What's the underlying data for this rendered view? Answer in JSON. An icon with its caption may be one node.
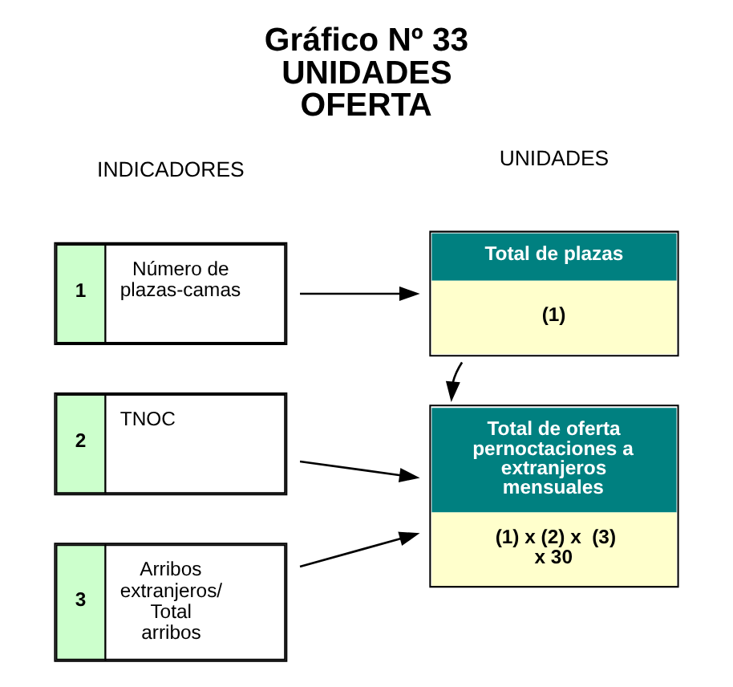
{
  "diagram": {
    "title": "Gráfico Nº 33 UNIDADES OFERTA",
    "nodes": [
      {
        "text": [
          "1",
          "Número de plazas-camas"
        ]
      },
      {
        "text": [
          "2",
          "TNOC"
        ]
      },
      {
        "text": [
          "3",
          "Arribos extranjeros/ Total arribos"
        ]
      },
      {
        "text": [
          "Total de plazas",
          "(1)"
        ]
      },
      {
        "text": [
          "Total de oferta pernoctaciones a extranjeros mensuales",
          "(1) x (2) x  (3) x 30"
        ]
      }
    ],
    "edges": [
      {
        "from": 0,
        "to": 3,
        "arrow": "to"
      },
      {
        "from": 3,
        "to": 4,
        "arrow": "to"
      },
      {
        "from": 1,
        "to": 4,
        "arrow": "to"
      },
      {
        "from": 2,
        "to": 4,
        "arrow": "to"
      }
    ],
    "labels": [
      "INDICADORES",
      "UNIDADES"
    ]
  }
}
